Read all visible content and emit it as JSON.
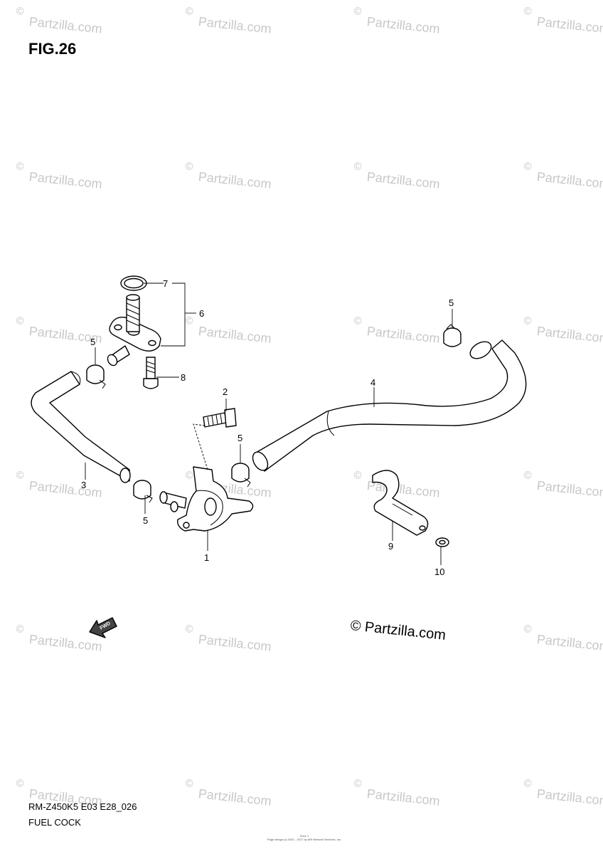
{
  "figure": {
    "title": "FIG.26",
    "model_code": "RM-Z450K5 E03 E28_026",
    "name": "FUEL COCK"
  },
  "watermark": {
    "text": "Partzilla.com",
    "symbol": "©",
    "color": "#c8c8c8"
  },
  "copyright": "© Partzilla.com",
  "fwd_arrow": {
    "label": "FWD"
  },
  "footer": {
    "line1": "Zone 1",
    "line2": "Page design (c) 2001 - 2017 by ARI Network Services, Inc."
  },
  "callouts": [
    {
      "id": "label-1",
      "text": "1"
    },
    {
      "id": "label-2",
      "text": "2"
    },
    {
      "id": "label-3",
      "text": "3"
    },
    {
      "id": "label-4",
      "text": "4"
    },
    {
      "id": "label-5a",
      "text": "5"
    },
    {
      "id": "label-5b",
      "text": "5"
    },
    {
      "id": "label-5c",
      "text": "5"
    },
    {
      "id": "label-5d",
      "text": "5"
    },
    {
      "id": "label-6",
      "text": "6"
    },
    {
      "id": "label-7",
      "text": "7"
    },
    {
      "id": "label-8",
      "text": "8"
    },
    {
      "id": "label-9",
      "text": "9"
    },
    {
      "id": "label-10",
      "text": "10"
    }
  ]
}
